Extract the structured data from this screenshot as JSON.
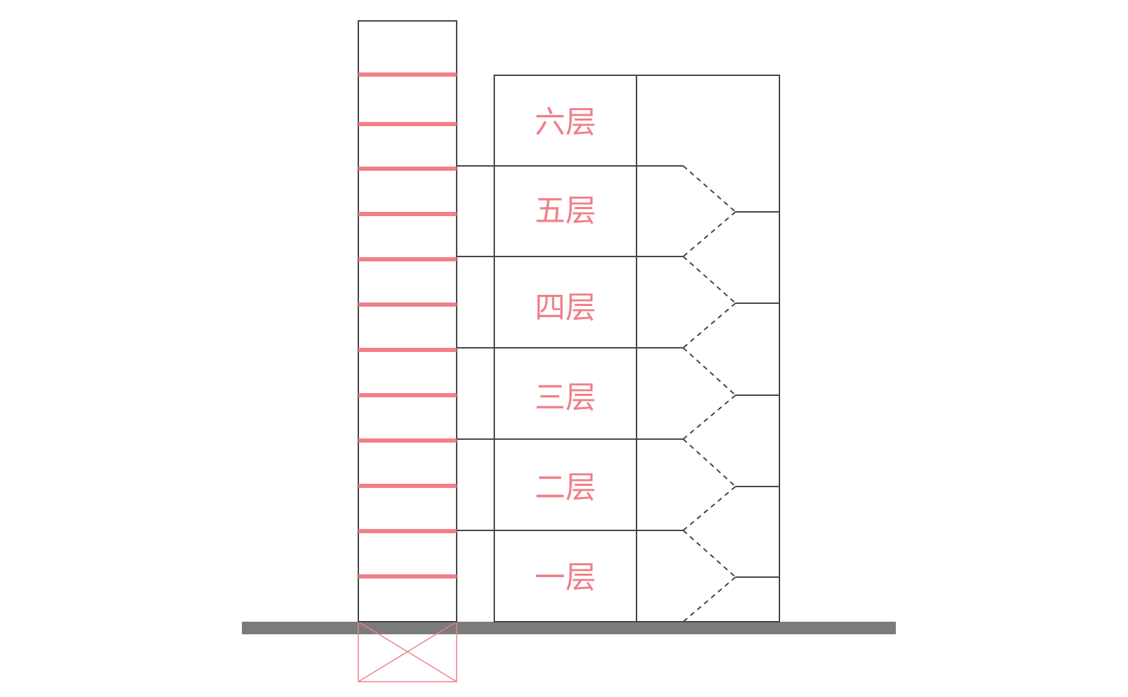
{
  "diagram": {
    "floors": [
      {
        "level": 6,
        "label": "六层"
      },
      {
        "level": 5,
        "label": "五层"
      },
      {
        "level": 4,
        "label": "四层"
      },
      {
        "level": 3,
        "label": "三层"
      },
      {
        "level": 2,
        "label": "二层"
      },
      {
        "level": 1,
        "label": "一层"
      }
    ],
    "shaft_stop_count": 12,
    "colors": {
      "outline": "#444444",
      "accent": "#f07f8a",
      "ground": "#7a7c7b",
      "dashed": "#444444"
    }
  }
}
